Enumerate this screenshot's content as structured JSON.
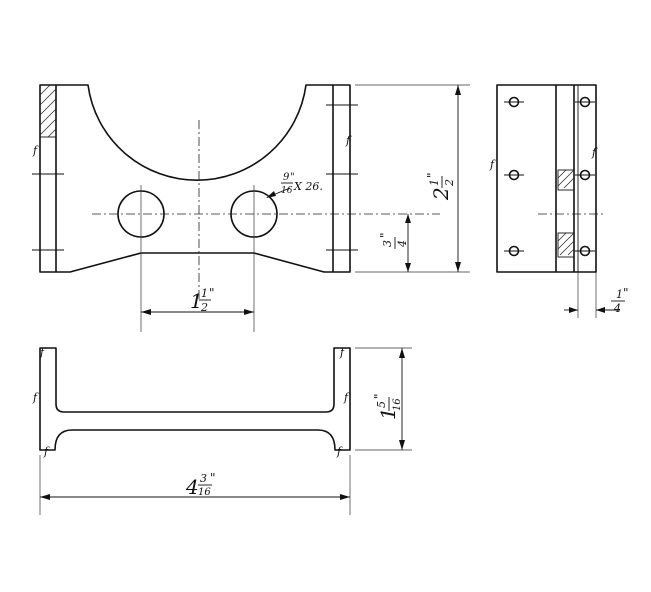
{
  "dimensions": {
    "total_height": {
      "whole": "2",
      "num": "1",
      "den": "2",
      "mark": "\""
    },
    "hole_height": {
      "num": "3",
      "den": "4",
      "mark": "\""
    },
    "hole_spacing": {
      "whole": "1",
      "num": "1",
      "den": "2",
      "mark": "\""
    },
    "hole_spec": {
      "num": "9",
      "den": "16",
      "mark": "\"",
      "suffix": "X 26."
    },
    "rail_width": {
      "num": "1",
      "den": "4",
      "mark": "\""
    },
    "channel_height": {
      "whole": "1",
      "num": "5",
      "den": "16",
      "mark": "\""
    },
    "overall_length": {
      "whole": "4",
      "num": "3",
      "den": "16",
      "mark": "\""
    }
  },
  "finish_mark": "f"
}
